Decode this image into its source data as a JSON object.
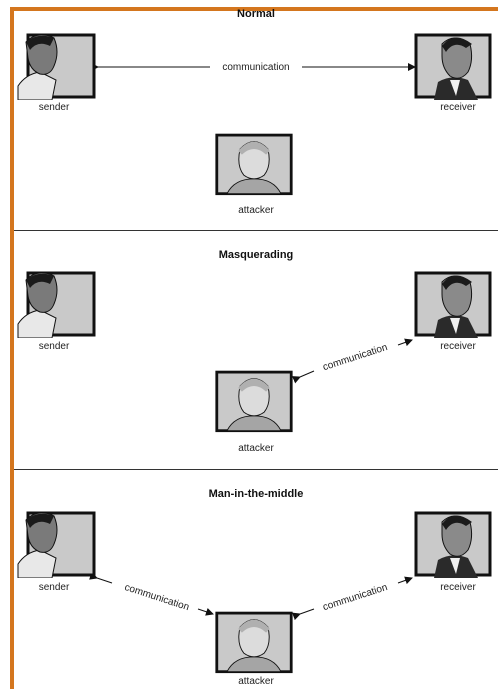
{
  "scenarios": {
    "normal": {
      "title": "Normal",
      "sender": "sender",
      "receiver": "receiver",
      "attacker": "attacker",
      "link": "communication"
    },
    "masquerading": {
      "title": "Masquerading",
      "sender": "sender",
      "receiver": "receiver",
      "attacker": "attacker",
      "link": "communication"
    },
    "mitm": {
      "title": "Man-in-the-middle",
      "sender": "sender",
      "receiver": "receiver",
      "attacker": "attacker",
      "link_left": "communication",
      "link_right": "communication"
    }
  },
  "colors": {
    "frame": "#d4761e",
    "portrait_bg": "#c9c9c9",
    "portrait_border": "#111111"
  }
}
